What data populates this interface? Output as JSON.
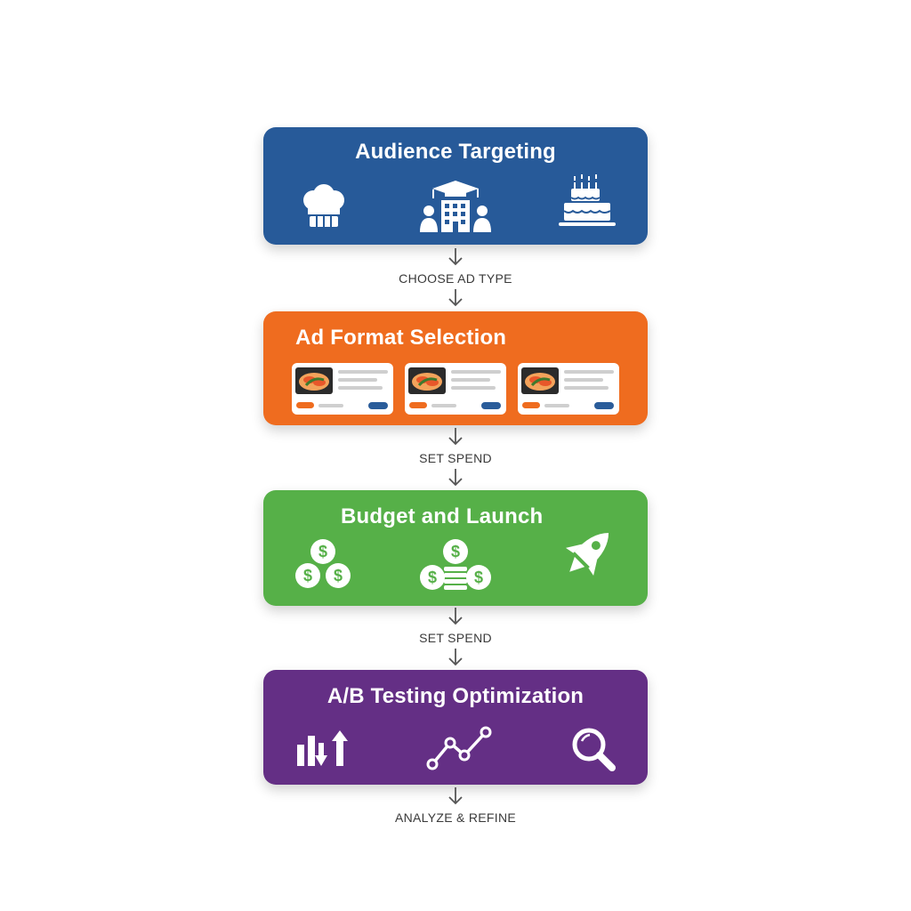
{
  "steps": [
    {
      "title": "Audience Targeting",
      "color": "#275a99",
      "icons": [
        "chef-hat-icon",
        "school-building-people-icon",
        "birthday-cake-icon"
      ]
    },
    {
      "title": "Ad Format Selection",
      "color": "#ef6c1f",
      "icons": [
        "ad-card-food-icon",
        "ad-card-food-icon",
        "ad-card-food-icon"
      ]
    },
    {
      "title": "Budget and Launch",
      "color": "#56b048",
      "icons": [
        "coins-dollar-icon",
        "coin-stack-dollar-icon",
        "rocket-icon"
      ]
    },
    {
      "title": "A/B Testing Optimization",
      "color": "#642f85",
      "icons": [
        "bar-chart-arrows-icon",
        "line-chart-icon",
        "magnifier-icon"
      ]
    }
  ],
  "connectors": [
    {
      "label": "CHOOSE AD TYPE"
    },
    {
      "label": "SET SPEND"
    },
    {
      "label": "SET SPEND"
    },
    {
      "label": "ANALYZE & REFINE"
    }
  ]
}
